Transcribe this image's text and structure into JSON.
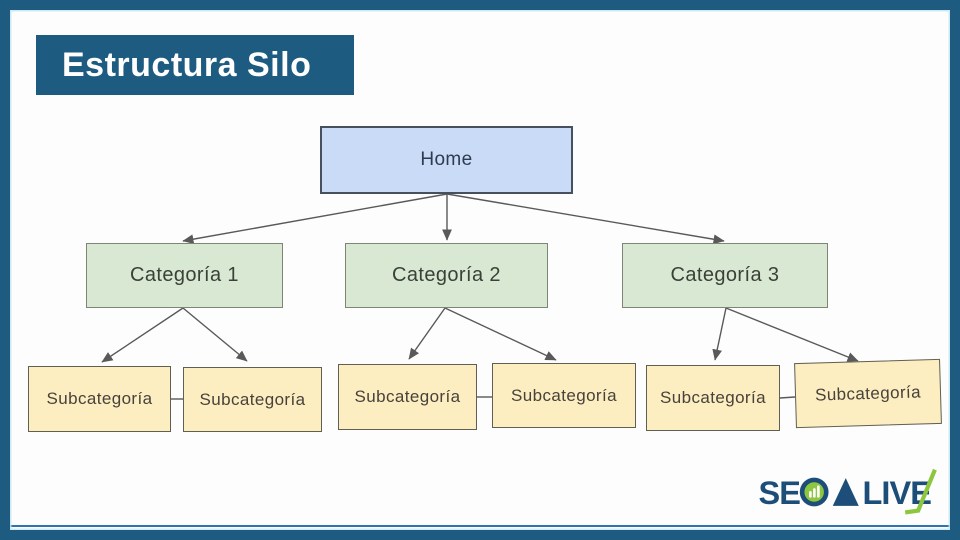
{
  "slide": {
    "title": "Estructura Silo"
  },
  "palette": {
    "frame_teal": "#1d5c80",
    "footer_line_blue": "#2e74b5",
    "home_fill": "#c9dbf6",
    "home_border": "#47505f",
    "category_fill": "#d9e8d3",
    "category_border": "#7d8577",
    "subcategory_fill": "#fdeec2",
    "subcategory_border": "#605f53",
    "arrow_color": "#595959",
    "logo_navy": "#1d4e79",
    "logo_green": "#8dc63f"
  },
  "nodes": {
    "home": {
      "label": "Home"
    },
    "cat1": {
      "label": "Categoría 1"
    },
    "cat2": {
      "label": "Categoría 2"
    },
    "cat3": {
      "label": "Categoría 3"
    },
    "sub1": {
      "label": "Subcategoría"
    },
    "sub2": {
      "label": "Subcategoría"
    },
    "sub3": {
      "label": "Subcategoría"
    },
    "sub4": {
      "label": "Subcategoría"
    },
    "sub5": {
      "label": "Subcategoría"
    },
    "sub6": {
      "label": "Subcategoría"
    }
  },
  "logo": {
    "part1": "SE",
    "part2": "LIVE",
    "o_icon": "bar-chart-circle-icon",
    "a_icon": "triangle-icon",
    "slash_icon": "rising-slash-icon"
  }
}
